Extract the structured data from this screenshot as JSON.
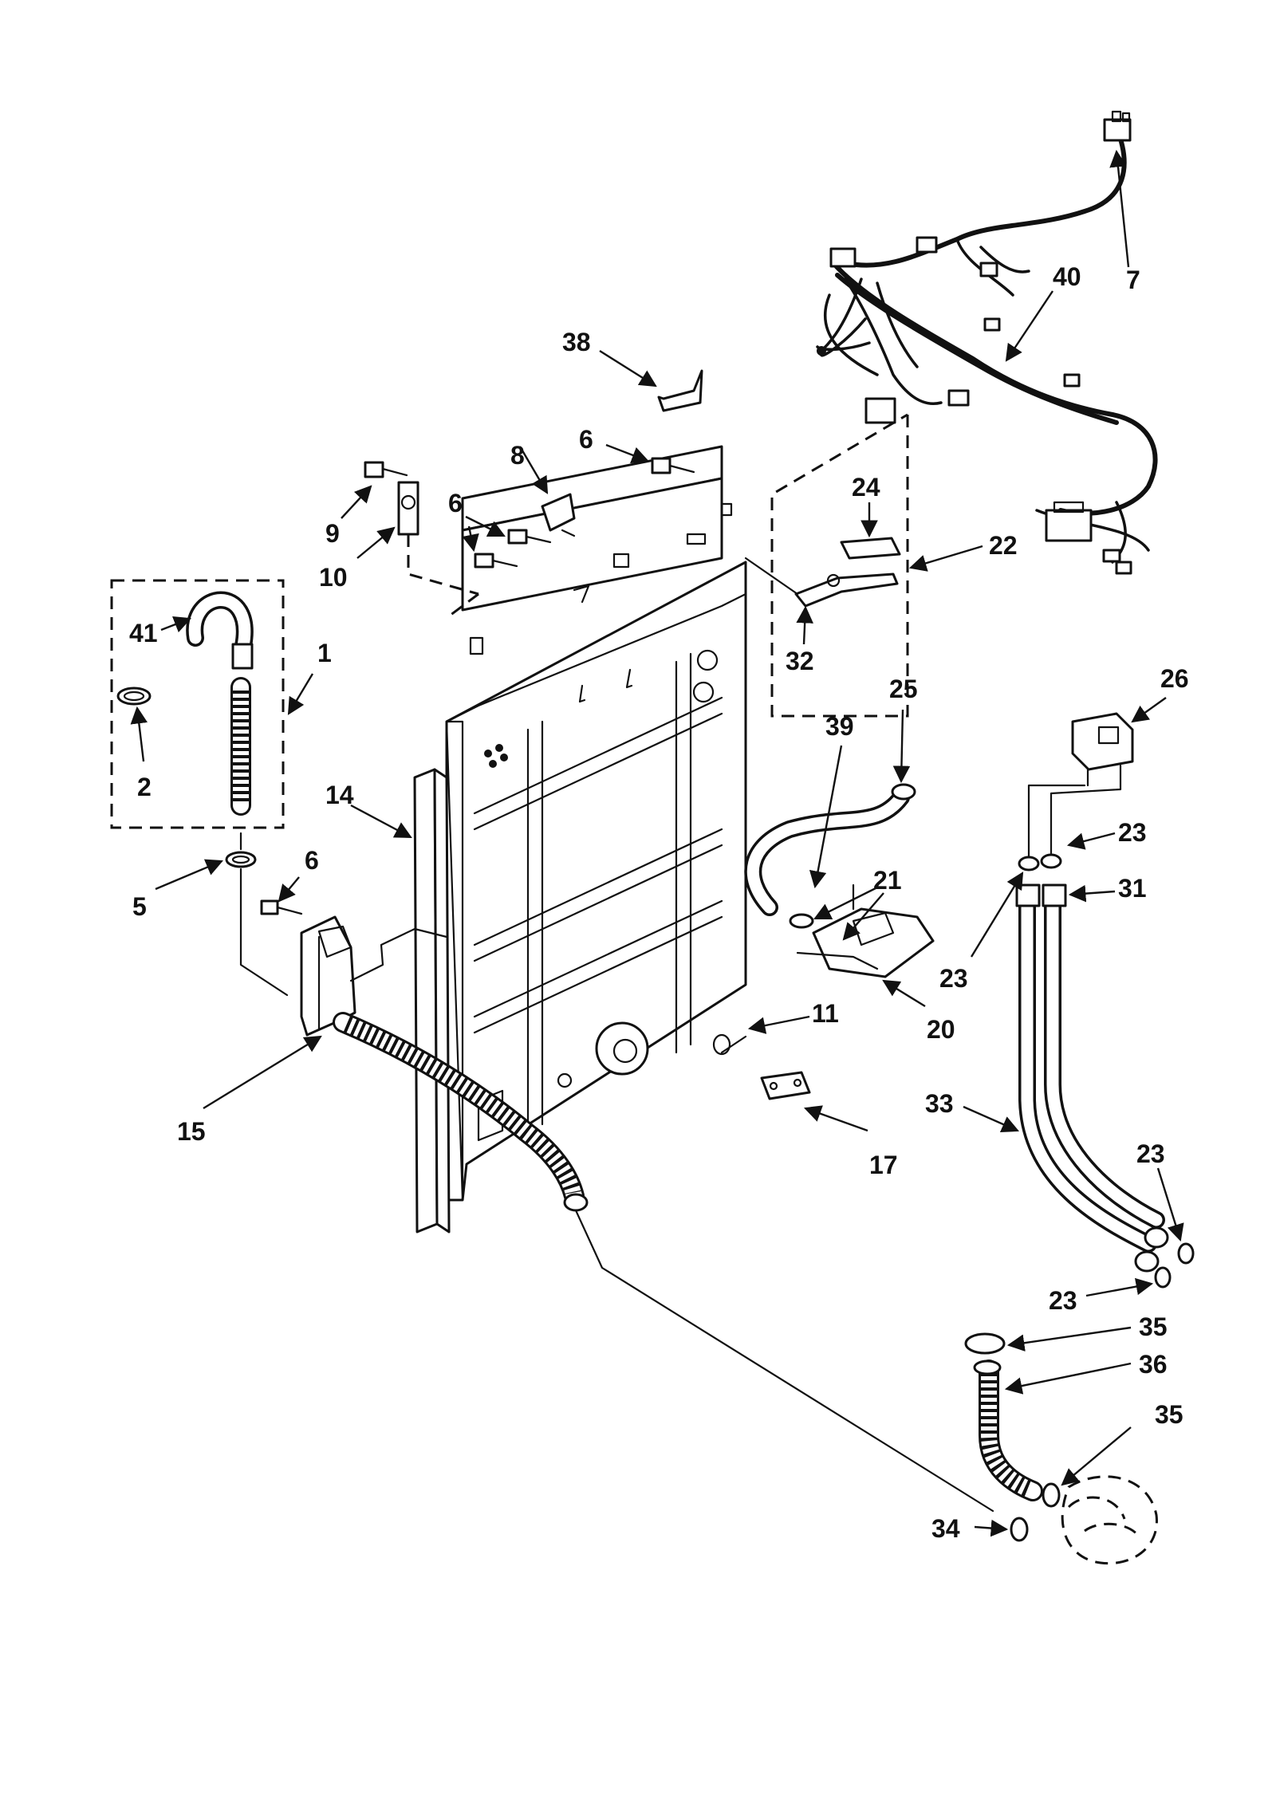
{
  "callouts": {
    "c1": "1",
    "c2": "2",
    "c5": "5",
    "c6a": "6",
    "c6b": "6",
    "c6c": "6",
    "c7": "7",
    "c8": "8",
    "c9": "9",
    "c10": "10",
    "c11": "11",
    "c14": "14",
    "c15": "15",
    "c17": "17",
    "c20": "20",
    "c21": "21",
    "c22": "22",
    "c23a": "23",
    "c23b": "23",
    "c23c": "23",
    "c23d": "23",
    "c24": "24",
    "c25": "25",
    "c26": "26",
    "c31": "31",
    "c32": "32",
    "c33": "33",
    "c34": "34",
    "c35a": "35",
    "c35b": "35",
    "c36": "36",
    "c38": "38",
    "c39": "39",
    "c40": "40",
    "c41": "41"
  }
}
